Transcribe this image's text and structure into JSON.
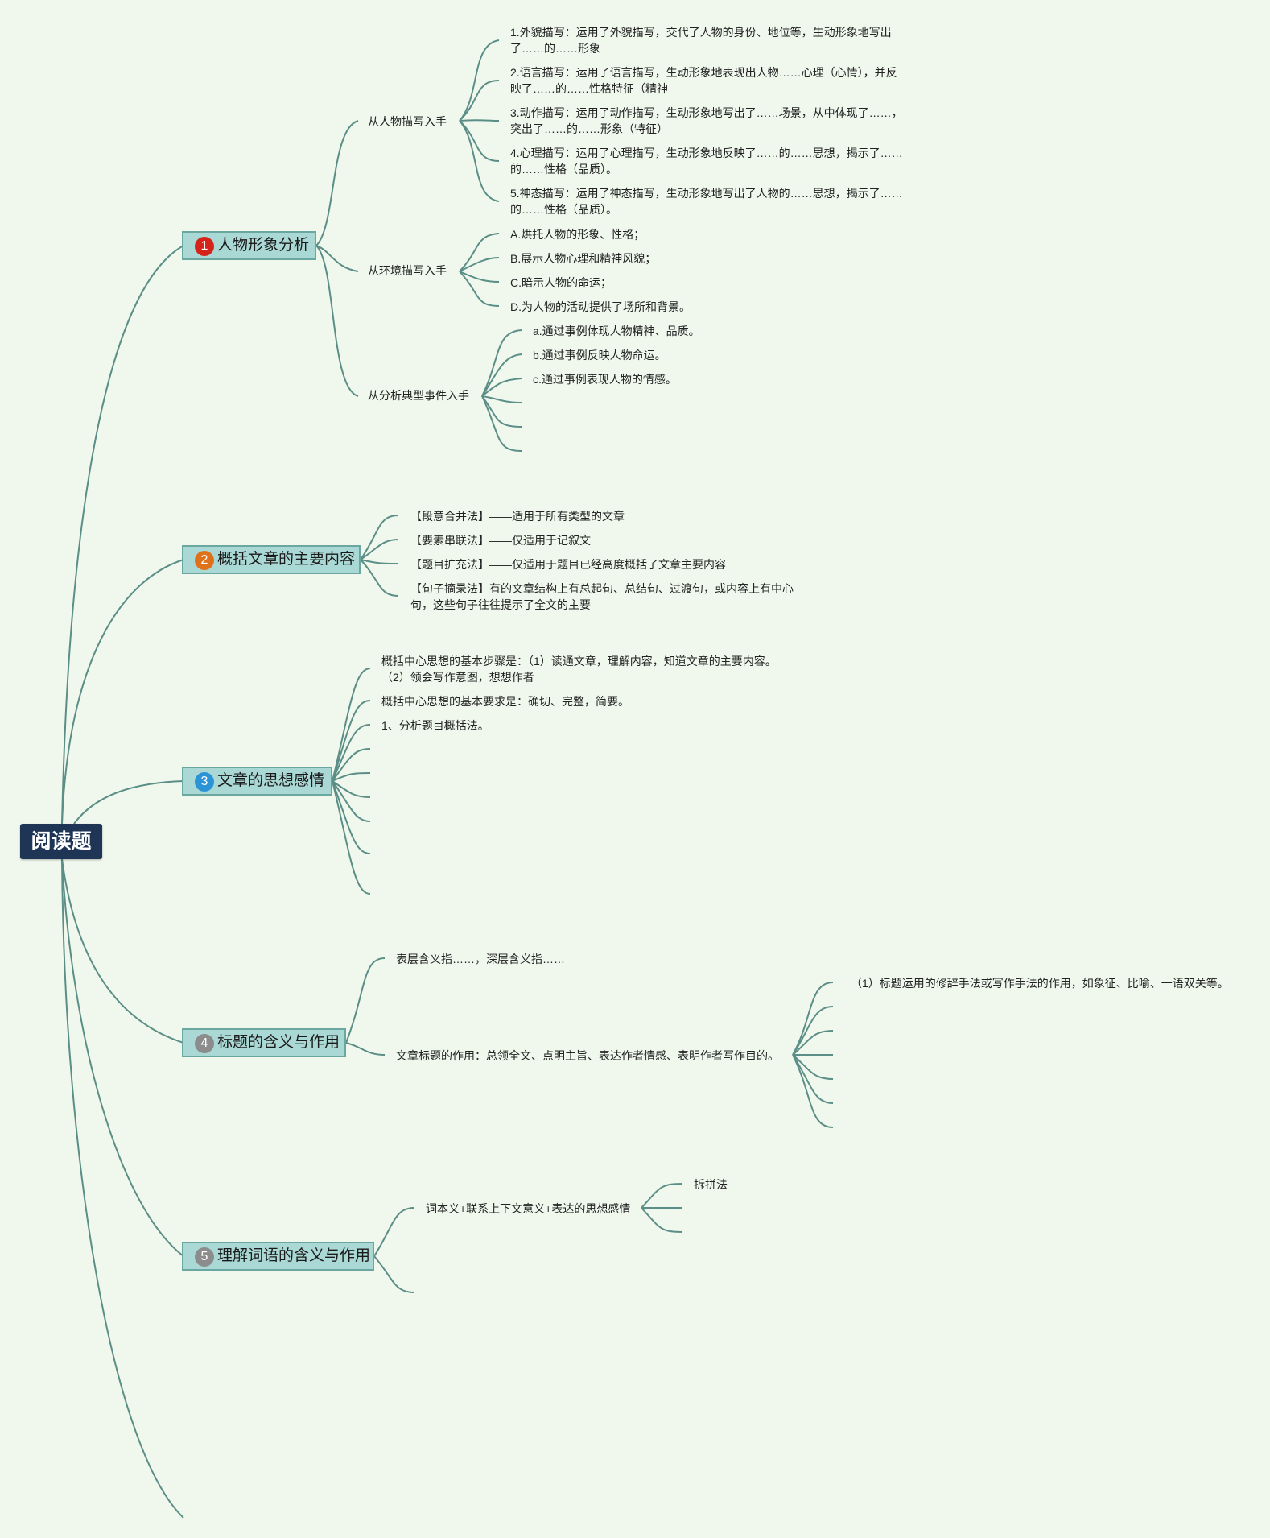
{
  "root": {
    "label": "阅读题"
  },
  "colors": {
    "background": "#f0f8ee",
    "root": "#1f3556",
    "branch_fill": "#a9d8d5",
    "link": "#5b8e86",
    "badge_1": "#d6231a",
    "badge_2": "#e0711b",
    "badge_3": "#2a94d6",
    "badge_4": "#8c8c8c",
    "badge_5": "#8c8c8c"
  },
  "b1": {
    "num": "1",
    "label": "人物形象分析",
    "g1": {
      "label": "从人物描写入手",
      "items": [
        "1.外貌描写：运用了外貌描写，交代了人物的身份、地位等，生动形象地写出了……的……形象",
        "2.语言描写：运用了语言描写，生动形象地表现出人物……心理（心情），并反映了……的……性格特征（精神",
        "3.动作描写：运用了动作描写，生动形象地写出了……场景，从中体现了……，突出了……的……形象（特征）",
        "4.心理描写：运用了心理描写，生动形象地反映了……的……思想，揭示了……的……性格（品质）。",
        "5.神态描写：运用了神态描写，生动形象地写出了人物的……思想，揭示了……的……性格（品质）。"
      ]
    },
    "g2": {
      "label": "从环境描写入手",
      "items": [
        "A.烘托人物的形象、性格；",
        "B.展示人物心理和精神风貌；",
        "C.暗示人物的命运；",
        "D.为人物的活动提供了场所和背景。"
      ]
    },
    "g3": {
      "label": "从分析典型事件入手",
      "items": [
        "a.通过事例体现人物精神、品质。",
        "b.通过事例反映人物命运。",
        "c.通过事例表现人物的情感。"
      ]
    }
  },
  "b2": {
    "num": "2",
    "label": "概括文章的主要内容",
    "items": [
      "【段意合并法】——适用于所有类型的文章",
      "【要素串联法】——仅适用于记叙文",
      "【题目扩充法】——仅适用于题目已经高度概括了文章主要内容",
      "【句子摘录法】有的文章结构上有总起句、总结句、过渡句，或内容上有中心句，这些句子往往提示了全文的主要"
    ]
  },
  "b3": {
    "num": "3",
    "label": "文章的思想感情",
    "items": [
      "概括中心思想的基本步骤是：（1）读通文章，理解内容，知道文章的主要内容。（2）领会写作意图，想想作者",
      "概括中心思想的基本要求是：确切、完整，简要。",
      "1、分析题目概括法。"
    ]
  },
  "b4": {
    "num": "4",
    "label": "标题的含义与作用",
    "items": [
      "表层含义指……，深层含义指……",
      "文章标题的作用：总领全文、点明主旨、表达作者情感、表明作者写作目的。"
    ],
    "sub": [
      "（1）标题运用的修辞手法或写作手法的作用，如象征、比喻、一语双关等。"
    ]
  },
  "b5": {
    "num": "5",
    "label": "理解词语的含义与作用",
    "item": "词本义+联系上下文意义+表达的思想感情",
    "sub": "拆拼法"
  }
}
